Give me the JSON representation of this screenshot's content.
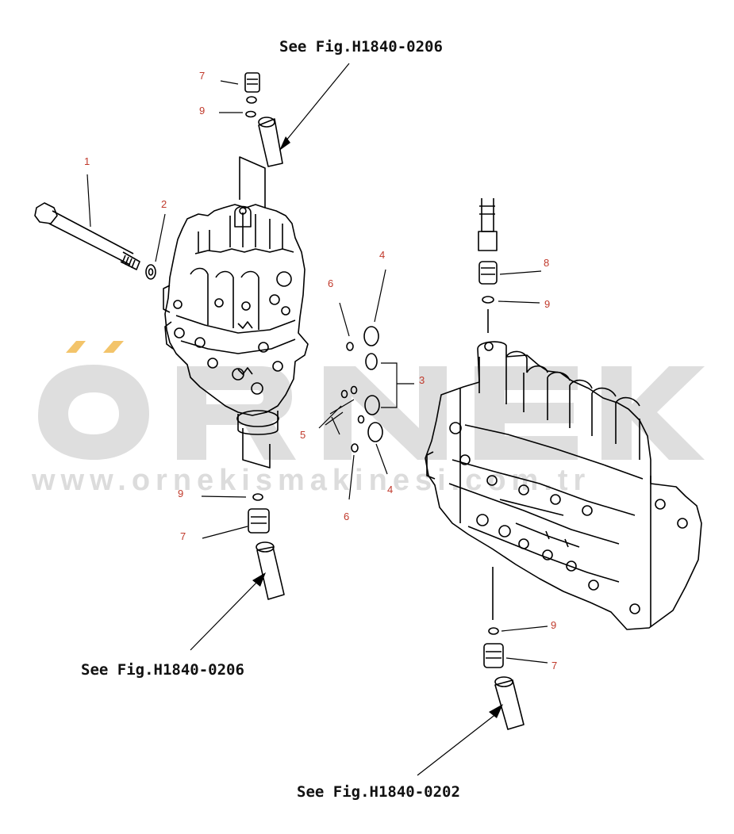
{
  "watermark": {
    "text": "ÖRNEK",
    "url": "www.ornekismakinesi.com.tr",
    "accent_color": "#f3c46a",
    "text_color": "#dedede"
  },
  "references": {
    "top": "See Fig.H1840-0206",
    "bottom_left": "See Fig.H1840-0206",
    "bottom_right": "See Fig.H1840-0202"
  },
  "callouts": {
    "c1": "1",
    "c2": "2",
    "c3": "3",
    "c4a": "4",
    "c4b": "4",
    "c5": "5",
    "c6a": "6",
    "c6b": "6",
    "c7a": "7",
    "c7b": "7",
    "c7c": "7",
    "c8": "8",
    "c9a": "9",
    "c9b": "9",
    "c9c": "9",
    "c9d": "9"
  },
  "colors": {
    "line": "#000000",
    "callout": "#c0392b"
  }
}
